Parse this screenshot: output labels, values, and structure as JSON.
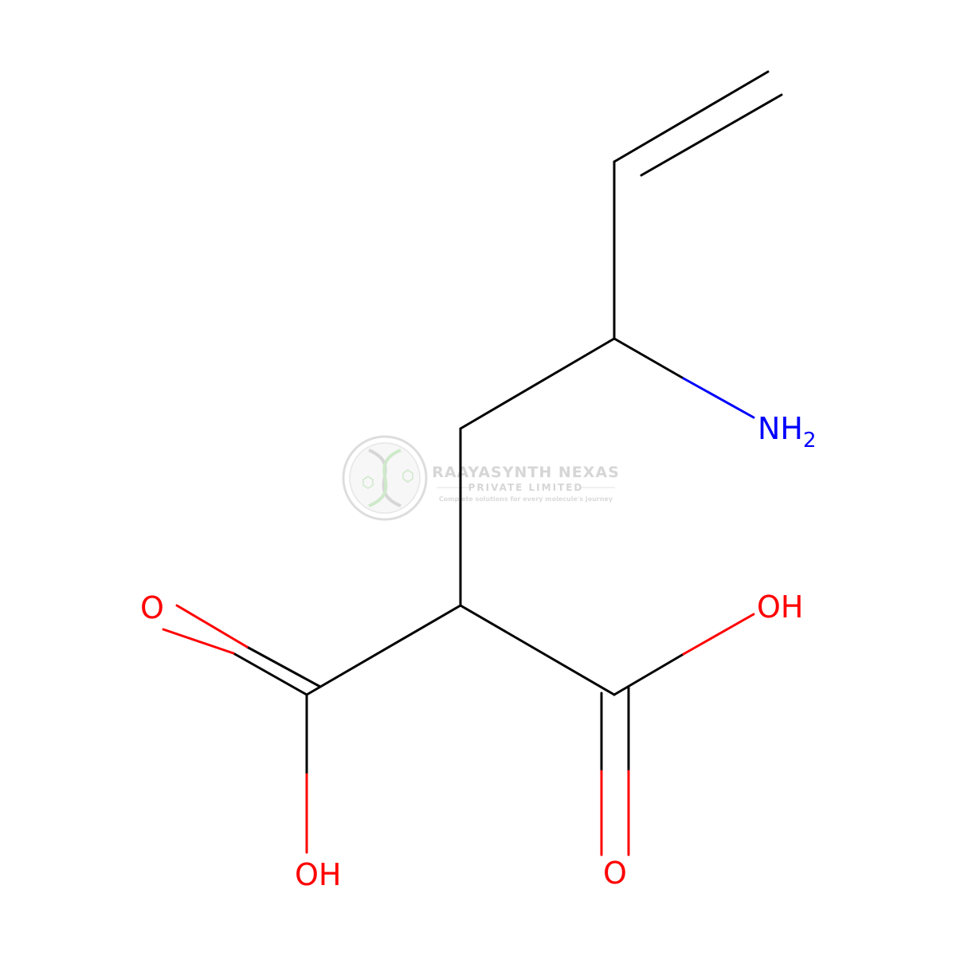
{
  "molecule": {
    "atoms": {
      "nh2": {
        "main": "NH",
        "sub": "2"
      },
      "oh_right": "OH",
      "o_left": "O",
      "oh_bottom": "OH",
      "o_bottom": "O"
    }
  },
  "watermark": {
    "company": "RAAYASYNTH NEXAS",
    "subtitle": "PRIVATE LIMITED",
    "tagline": "Complete solutions for every molecule's journey"
  },
  "colors": {
    "carbon_bond": "#000000",
    "nitrogen": "#0000ff",
    "oxygen": "#ff0000",
    "watermark": "#d0d0d0",
    "watermark_green": "#b9e2b4"
  }
}
